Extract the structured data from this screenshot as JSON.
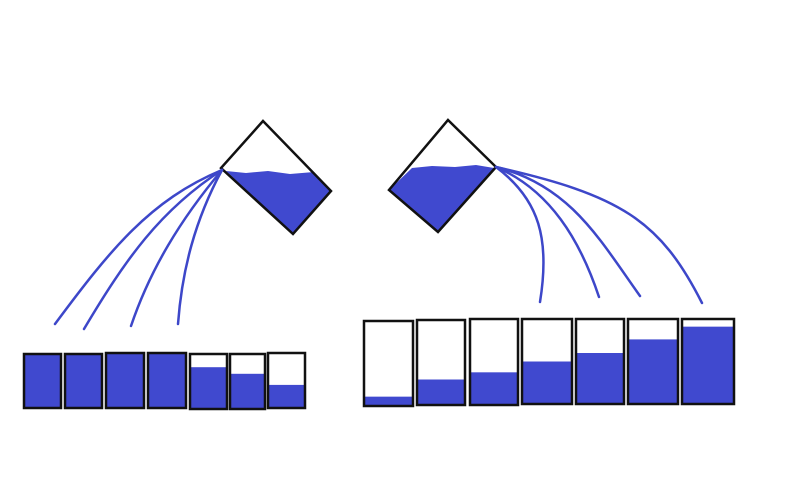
{
  "colors": {
    "water": "#4049cf",
    "stream": "#3d47c9",
    "outline": "#111111",
    "background": "#ffffff"
  },
  "left_group": {
    "source": "tilted-container-pouring-left",
    "stream_count": 4,
    "container_fill_levels": [
      1.0,
      1.0,
      1.0,
      1.0,
      0.76,
      0.64,
      0.42
    ]
  },
  "right_group": {
    "source": "tilted-container-pouring-right",
    "stream_count": 4,
    "container_fill_levels": [
      0.11,
      0.3,
      0.38,
      0.5,
      0.6,
      0.76,
      0.91
    ]
  }
}
